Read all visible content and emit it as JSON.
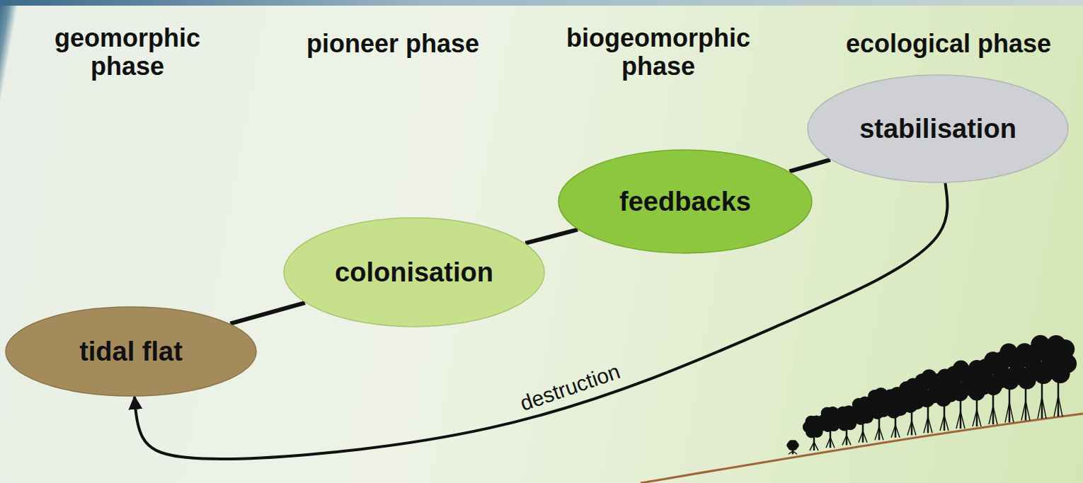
{
  "diagram": {
    "nodes": [
      {
        "text": [
          "tidal flat"
        ]
      },
      {
        "text": [
          "colonisation"
        ]
      },
      {
        "text": [
          "feedbacks"
        ]
      },
      {
        "text": [
          "stabilisation"
        ]
      }
    ],
    "edges": [
      {
        "from": 0,
        "to": 1,
        "arrow": "none"
      },
      {
        "from": 1,
        "to": 2,
        "arrow": "none"
      },
      {
        "from": 2,
        "to": 3,
        "arrow": "none"
      },
      {
        "from": 3,
        "to": 0,
        "label": "destruction",
        "arrow": "to"
      }
    ],
    "labels": [
      "geomorphic phase",
      "pioneer phase",
      "biogeomorphic phase",
      "ecological phase"
    ]
  }
}
